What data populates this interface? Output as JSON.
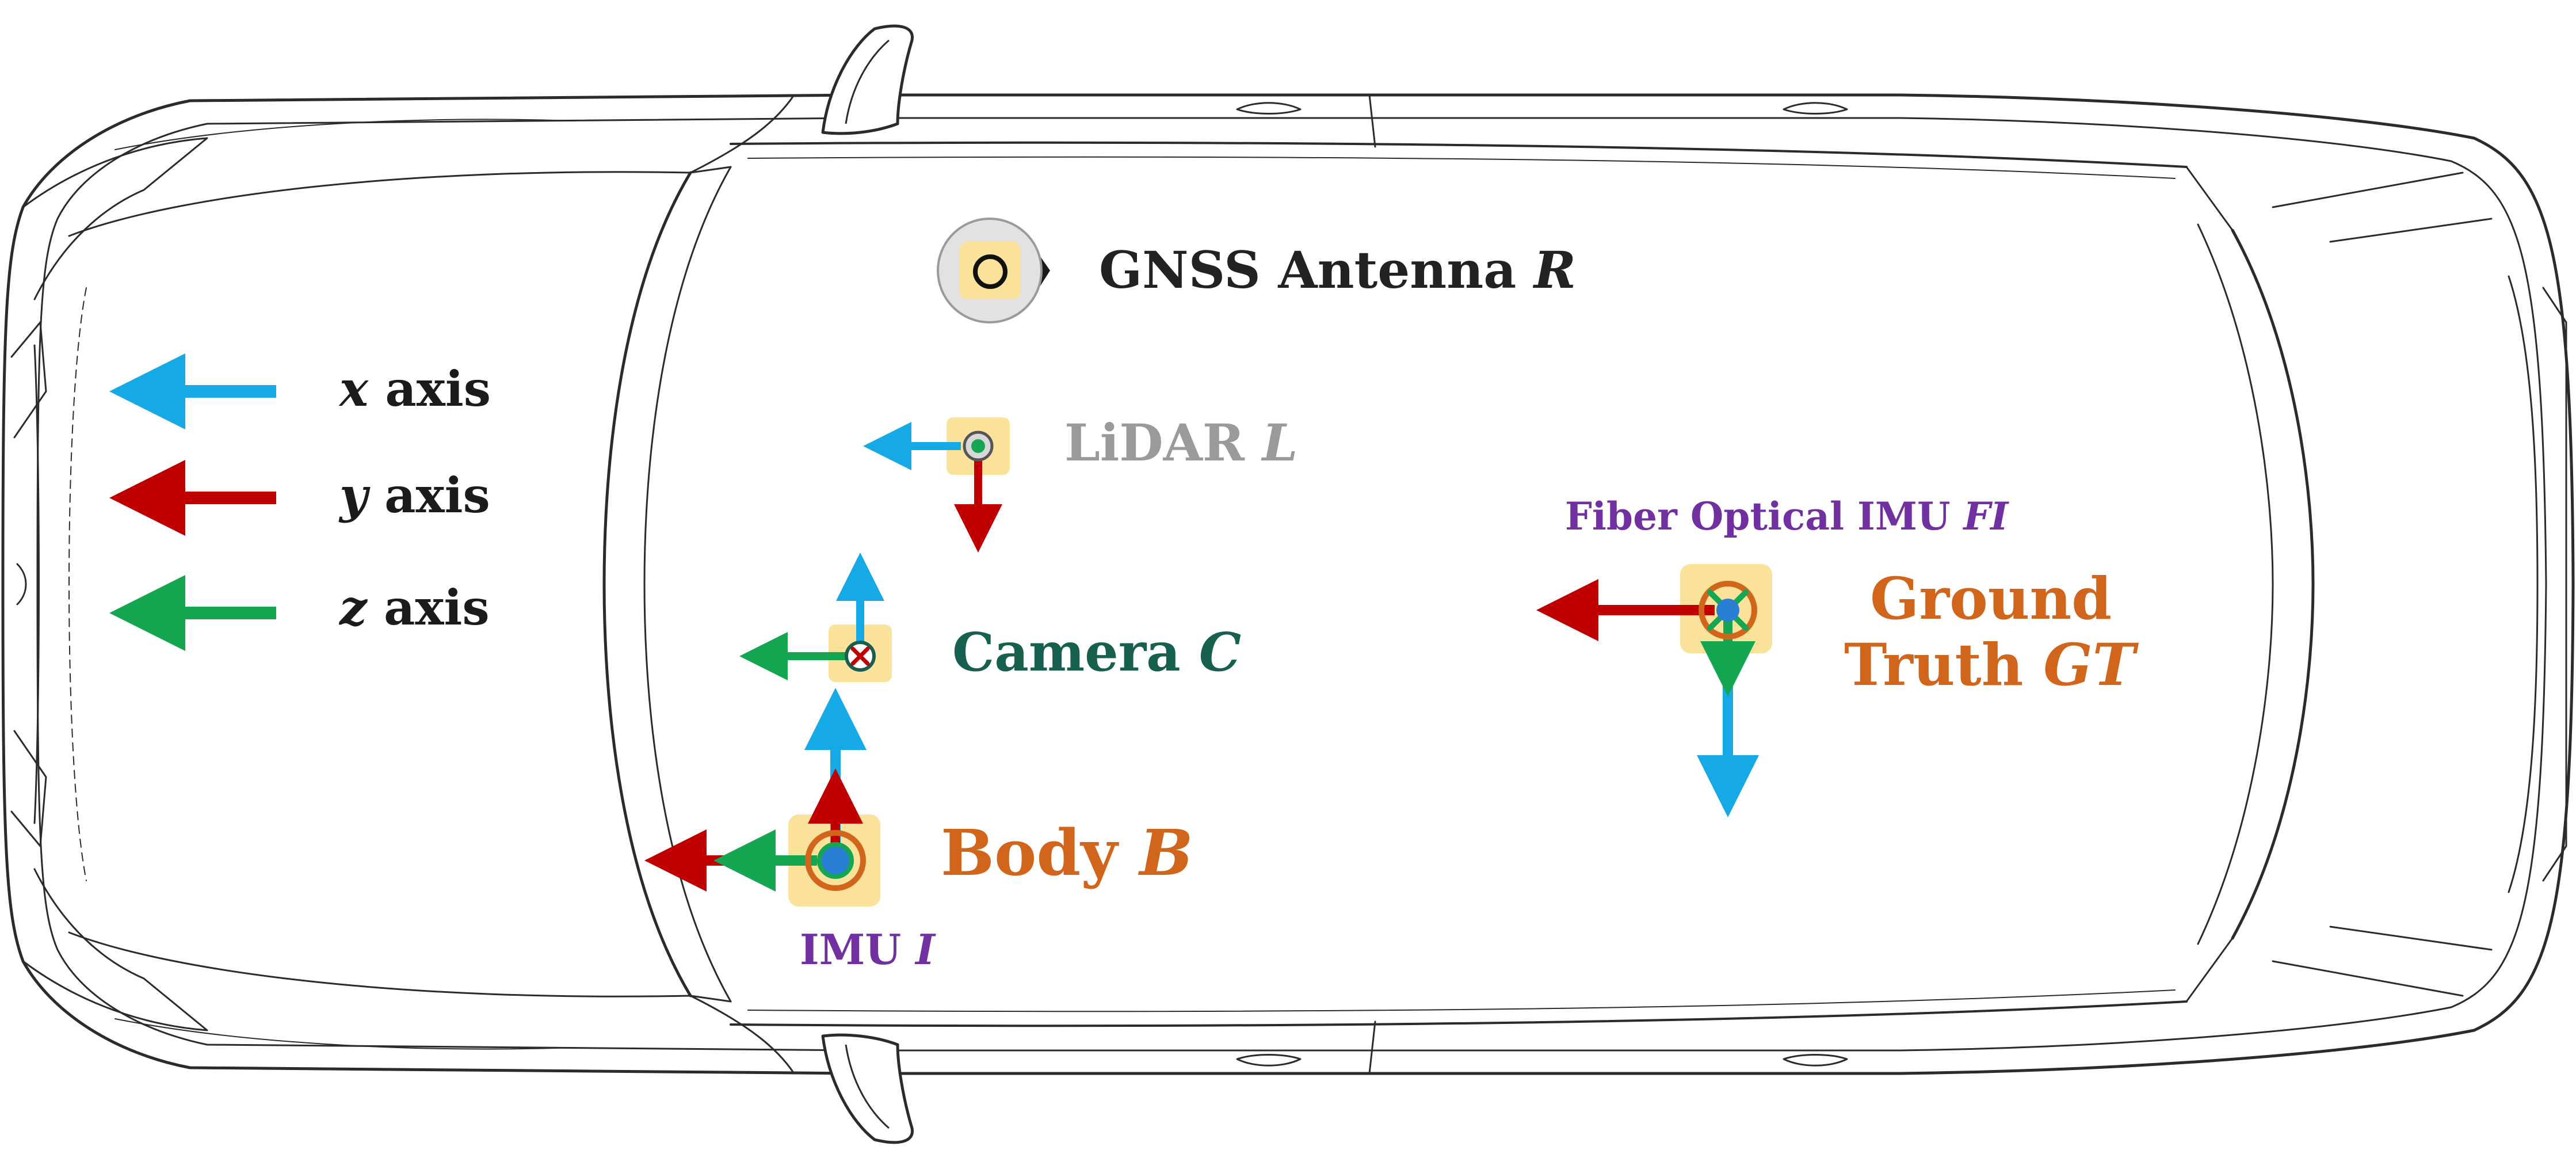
{
  "colors": {
    "x_axis": "#15a9e5",
    "y_axis": "#c00000",
    "z_axis": "#14a651",
    "highlight": "#fbe29a",
    "gnss_text": "#222222",
    "lidar_text": "#9a9a9a",
    "camera_text": "#17604f",
    "body_text": "#d2651c",
    "imu_text": "#7030a0",
    "ground_truth_text": "#d2651c",
    "car_outline": "#2b2b2b"
  },
  "legend": {
    "x": {
      "symbol": "x",
      "word": "axis"
    },
    "y": {
      "symbol": "y",
      "word": "axis"
    },
    "z": {
      "symbol": "z",
      "word": "axis"
    }
  },
  "labels": {
    "gnss": {
      "text": "GNSS Antenna ",
      "symbol": "R"
    },
    "lidar": {
      "text": "LiDAR ",
      "symbol": "L"
    },
    "camera": {
      "text": "Camera ",
      "symbol": "C"
    },
    "body": {
      "text": "Body ",
      "symbol": "B"
    },
    "imu": {
      "text": "IMU ",
      "symbol": "I"
    },
    "fiber": {
      "text": "Fiber Optical IMU ",
      "symbol": "FI"
    },
    "ground_truth": {
      "line1": "Ground",
      "line2": "Truth ",
      "symbol": "GT"
    }
  },
  "icons": {
    "gnss": "gnss-antenna-icon",
    "axis_out_of_page": "circle-dot-icon",
    "axis_into_page": "circle-cross-icon"
  }
}
